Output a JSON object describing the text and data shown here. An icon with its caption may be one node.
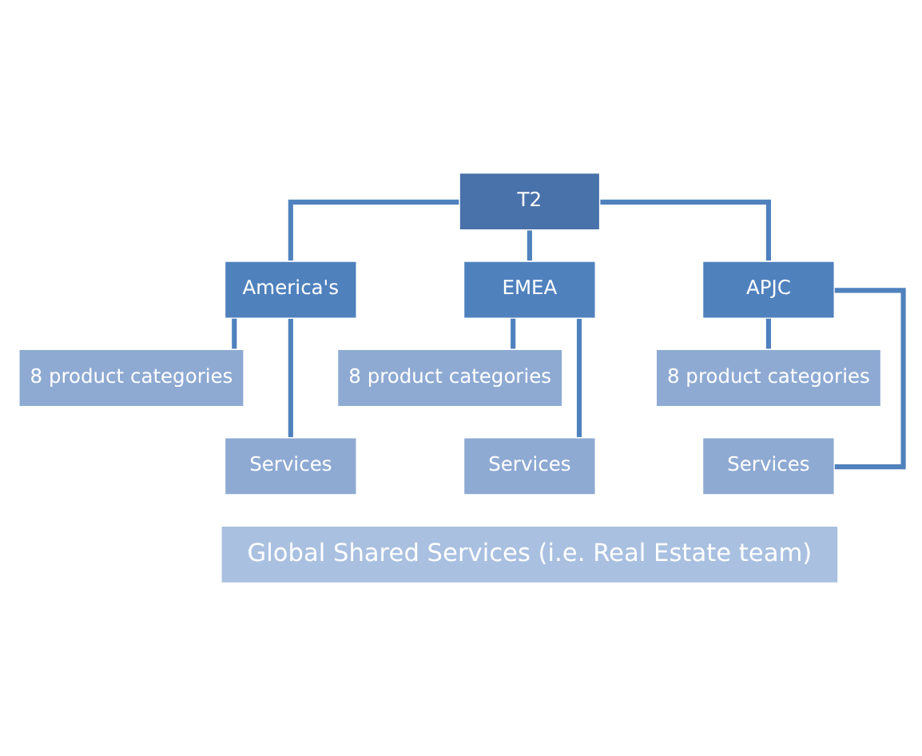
{
  "diagram": {
    "nodes": [
      {
        "text": [
          "T2"
        ]
      },
      {
        "text": [
          "America's"
        ]
      },
      {
        "text": [
          "EMEA"
        ]
      },
      {
        "text": [
          "APJC"
        ]
      },
      {
        "text": [
          "8 product categories"
        ]
      },
      {
        "text": [
          "Services"
        ]
      },
      {
        "text": [
          "8 product categories"
        ]
      },
      {
        "text": [
          "Services"
        ]
      },
      {
        "text": [
          "8 product categories"
        ]
      },
      {
        "text": [
          "Services"
        ]
      },
      {
        "text": [
          "Global Shared Services (i.e. Real Estate team)"
        ]
      }
    ],
    "edges": [
      {
        "from": 0,
        "to": 1,
        "arrow": "none"
      },
      {
        "from": 0,
        "to": 2,
        "arrow": "none"
      },
      {
        "from": 0,
        "to": 3,
        "arrow": "none"
      },
      {
        "from": 1,
        "to": 4,
        "arrow": "none"
      },
      {
        "from": 1,
        "to": 5,
        "arrow": "none"
      },
      {
        "from": 2,
        "to": 6,
        "arrow": "none"
      },
      {
        "from": 2,
        "to": 7,
        "arrow": "none"
      },
      {
        "from": 3,
        "to": 8,
        "arrow": "none"
      },
      {
        "from": 3,
        "to": 9,
        "arrow": "none"
      }
    ]
  }
}
